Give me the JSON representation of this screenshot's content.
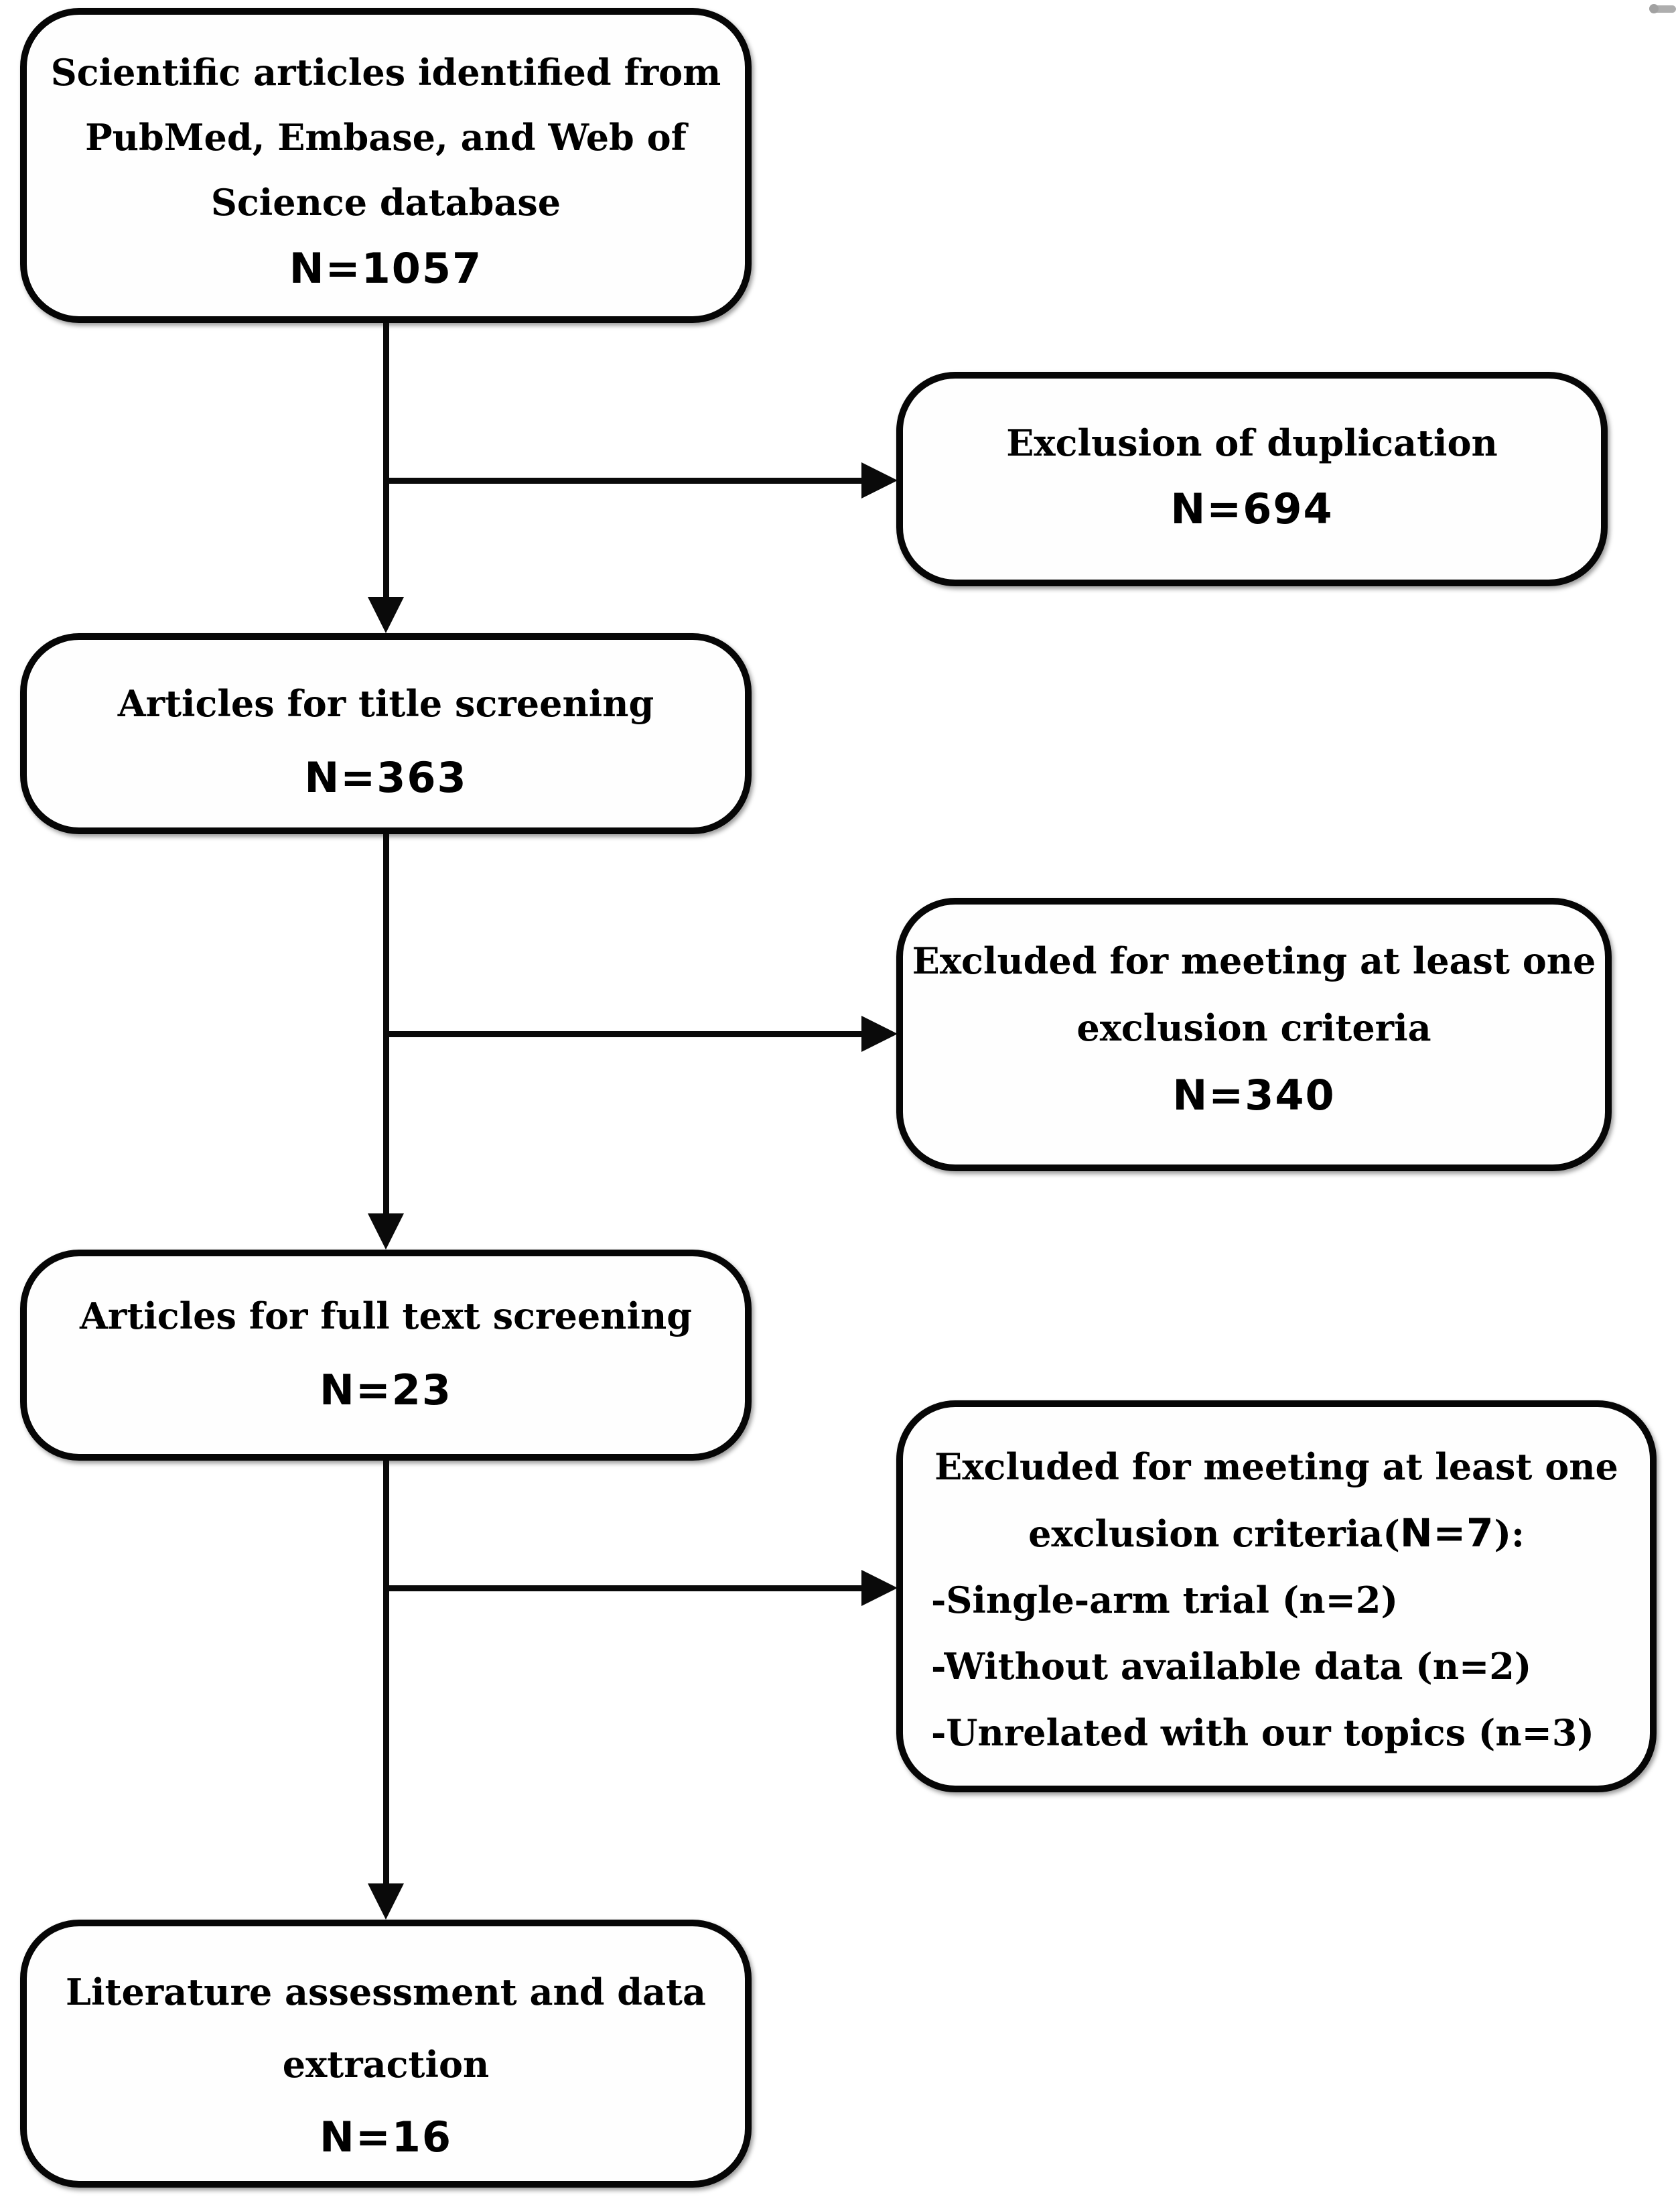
{
  "colors": {
    "background": "#ffffff",
    "border": "#060606",
    "text": "#000000",
    "artifact": "#9b9b9b"
  },
  "boxes": {
    "identification": {
      "line1": "Scientific articles identified from",
      "line2": "PubMed, Embase, and Web of",
      "line3": "Science database",
      "count": "N=1057"
    },
    "duplication": {
      "line1": "Exclusion of duplication",
      "count": "N=694"
    },
    "title_screening": {
      "line1": "Articles for title screening",
      "count": "N=363"
    },
    "title_excluded": {
      "line1": "Excluded for meeting at least one",
      "line2": "exclusion criteria",
      "count": "N=340"
    },
    "fulltext_screening": {
      "line1": "Articles for full text screening",
      "count": "N=23"
    },
    "fulltext_excluded": {
      "line1": "Excluded for meeting at least one",
      "line2_prefix": "exclusion criteria(",
      "line2_count": "N=7",
      "line2_suffix": "):",
      "item1": "-Single-arm trial (n=2)",
      "item2": "-Without available data (n=2)",
      "item3": "-Unrelated with our topics (n=3)"
    },
    "assessment": {
      "line1": "Literature assessment and data",
      "line2": "extraction",
      "count": "N=16"
    }
  }
}
